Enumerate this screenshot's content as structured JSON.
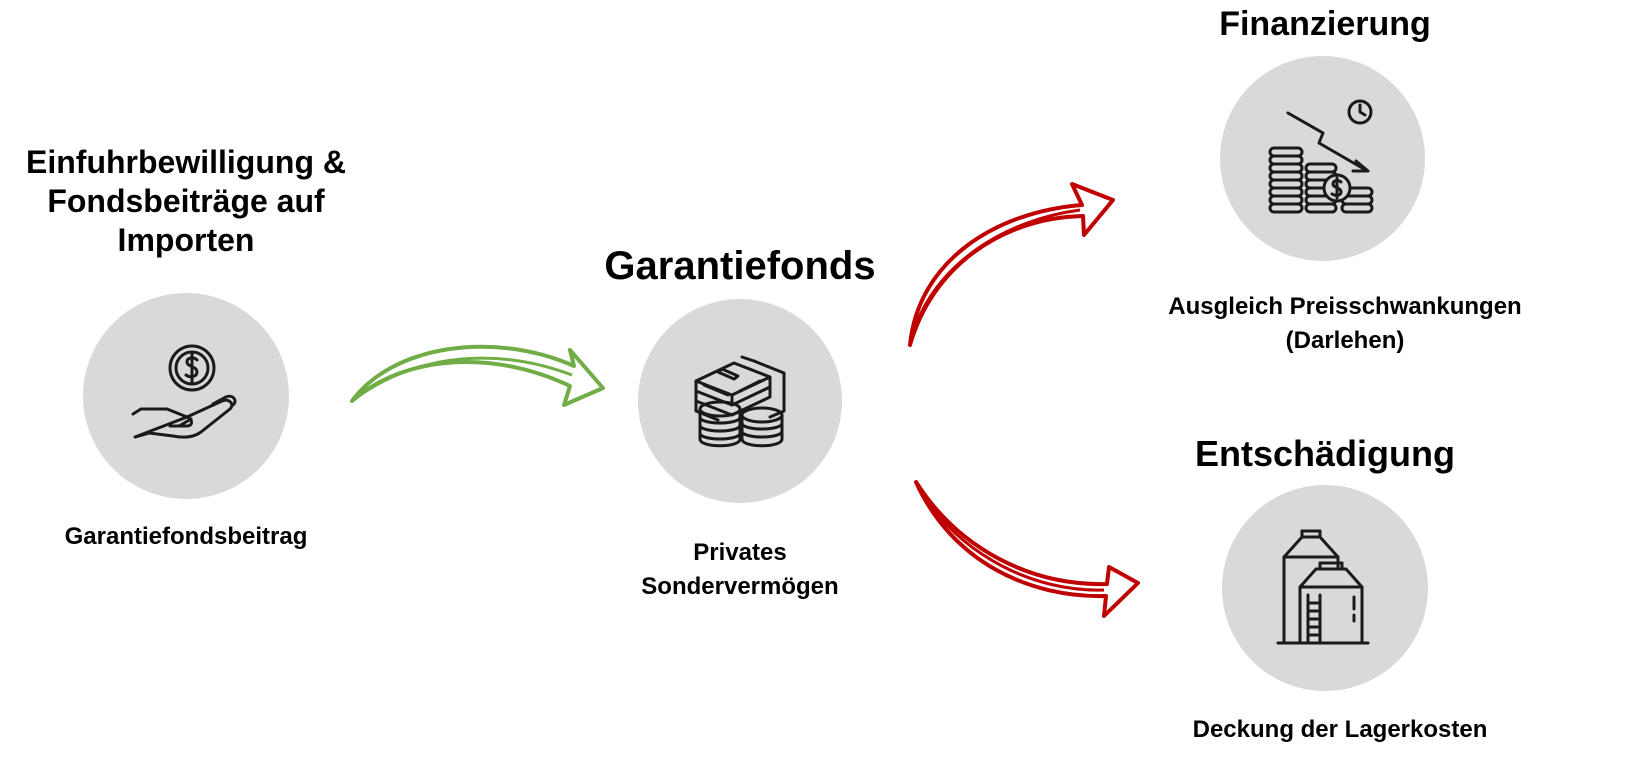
{
  "colors": {
    "circle_fill": "#d9d9d9",
    "green_arrow": "#70ad47",
    "red_arrow": "#c00000",
    "text": "#000000"
  },
  "source": {
    "title_lines": [
      "Einfuhrbewilligung &",
      "Fondsbeiträge auf",
      "Importen"
    ],
    "icon": "hand-coin-icon",
    "label": "Garantiefondsbeitrag"
  },
  "fund": {
    "title": "Garantiefonds",
    "icon": "money-stack-icon",
    "label_lines": [
      "Privates",
      "Sondervermögen"
    ]
  },
  "financing": {
    "title": "Finanzierung",
    "icon": "declining-coins-icon",
    "label_lines": [
      "Ausgleich Preisschwankungen",
      "(Darlehen)"
    ]
  },
  "compensation": {
    "title": "Entschädigung",
    "icon": "grain-silo-icon",
    "label": "Deckung der Lagerkosten"
  }
}
